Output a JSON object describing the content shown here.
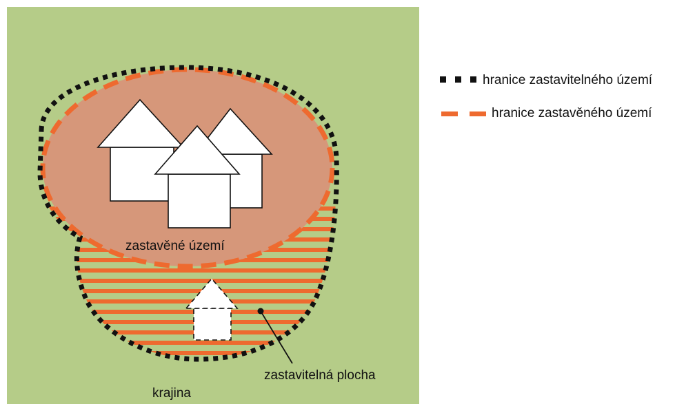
{
  "diagram": {
    "labels": {
      "built_area": "zastavěné území",
      "buildable_area": "zastavitelná plocha",
      "landscape": "krajina"
    }
  },
  "legend": {
    "items": [
      {
        "label": "hranice zastavitelného území",
        "color": "#111111",
        "style": "square-dots"
      },
      {
        "label": "hranice zastavěného území",
        "color": "#ee6a2f",
        "style": "dashes"
      }
    ]
  },
  "colors": {
    "landscape": "#b5cc88",
    "built_area_fill": "#d6977a",
    "stripe": "#ee6a2f",
    "house_fill": "#ffffff",
    "outline": "#111111"
  }
}
